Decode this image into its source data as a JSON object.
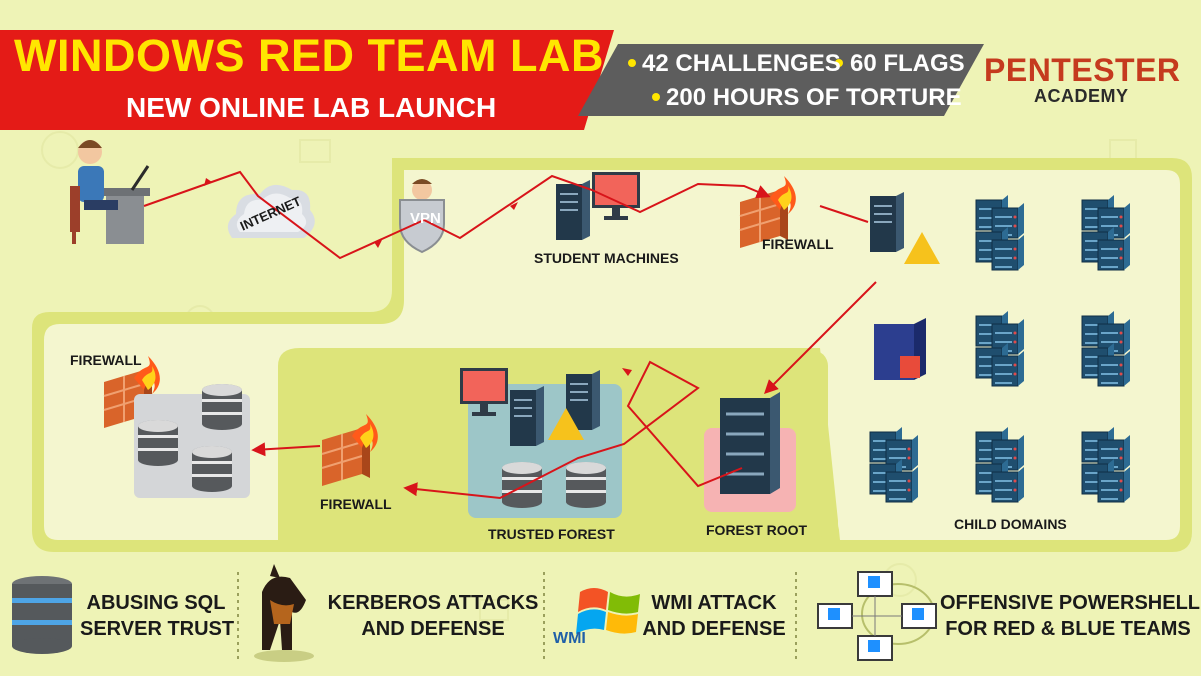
{
  "header": {
    "title": "WINDOWS RED TEAM LAB",
    "subtitle": "NEW ONLINE LAB LAUNCH",
    "stats": [
      "42 CHALLENGES",
      "60 FLAGS",
      "200 HOURS OF TORTURE"
    ]
  },
  "logo": {
    "line1": "PENTESTER",
    "line2": "ACADEMY"
  },
  "diagram": {
    "internet_label": "INTERNET",
    "vpn_label": "VPN",
    "student_machines": "STUDENT MACHINES",
    "firewall_top": "FIREWALL",
    "firewall_left": "FIREWALL",
    "firewall_mid": "FIREWALL",
    "trusted_forest": "TRUSTED FOREST",
    "forest_root": "FOREST ROOT",
    "child_domains": "CHILD DOMAINS"
  },
  "features": [
    {
      "line1": "ABUSING SQL",
      "line2": "SERVER TRUST",
      "icon": "database-stack-icon"
    },
    {
      "line1": "KERBEROS ATTACKS",
      "line2": "AND DEFENSE",
      "icon": "guard-dog-icon"
    },
    {
      "line1": "WMI ATTACK",
      "line2": "AND DEFENSE",
      "icon": "windows-logo-icon",
      "icon_text": "WMI"
    },
    {
      "line1": "OFFENSIVE POWERSHELL",
      "line2": "FOR RED & BLUE TEAMS",
      "icon": "network-computers-icon"
    }
  ],
  "colors": {
    "background": "#eef3b6",
    "banner_red": "#e41b17",
    "banner_yellow": "#ffe600",
    "stats_gray": "#5d5d5d",
    "logo_red": "#c53a1e",
    "attack_line": "#d8141a",
    "trusted_forest_box": "#9dc6c8",
    "forest_root_box": "#f6b3b3"
  }
}
